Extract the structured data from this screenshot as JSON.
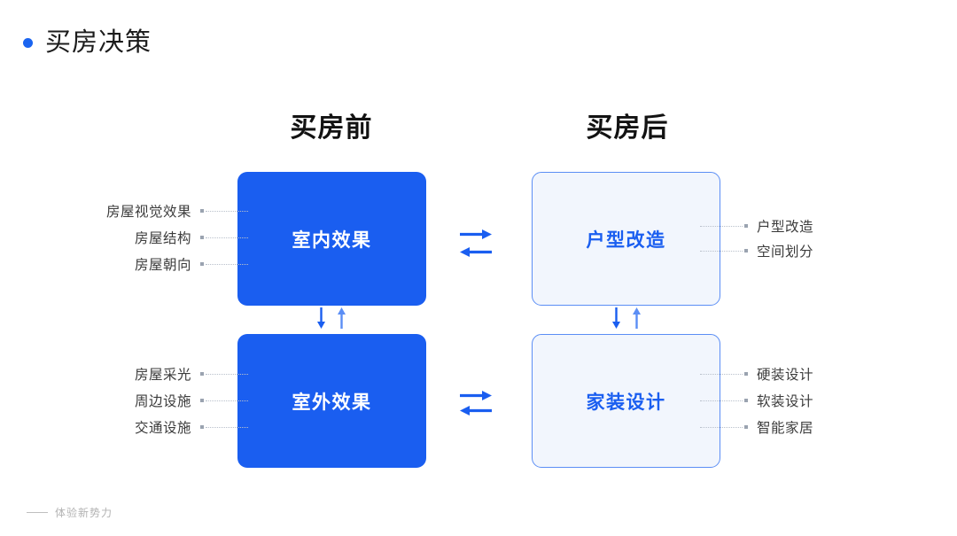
{
  "slide": {
    "title": "买房决策",
    "bullet_color": "#1a64f0"
  },
  "columns": {
    "left_heading": "买房前",
    "right_heading": "买房后"
  },
  "theme": {
    "solid_blue": "#1a5ef0",
    "outline_fill": "#f2f6fd",
    "outline_border": "#5b8ef5",
    "arrow_dark": "#1a5ef0",
    "arrow_light": "#5b8ef5",
    "leaf_text": "#3c3c3c",
    "connector": "#b9c0cb"
  },
  "rows": [
    {
      "left_box": {
        "label": "室内效果",
        "style": "solid",
        "leaves": [
          "房屋视觉效果",
          "房屋结构",
          "房屋朝向"
        ]
      },
      "right_box": {
        "label": "户型改造",
        "style": "outline",
        "leaves": [
          "户型改造",
          "空间划分"
        ]
      },
      "between_arrows": "right-left-pair"
    },
    {
      "left_box": {
        "label": "室外效果",
        "style": "solid",
        "leaves": [
          "房屋采光",
          "周边设施",
          "交通设施"
        ]
      },
      "right_box": {
        "label": "家装设计",
        "style": "outline",
        "leaves": [
          "硬装设计",
          "软装设计",
          "智能家居"
        ]
      },
      "between_arrows": "right-left-pair"
    }
  ],
  "vertical_connectors": {
    "left": "down-up-pair",
    "right": "down-up-pair"
  },
  "footer": {
    "text": "体验新势力"
  }
}
